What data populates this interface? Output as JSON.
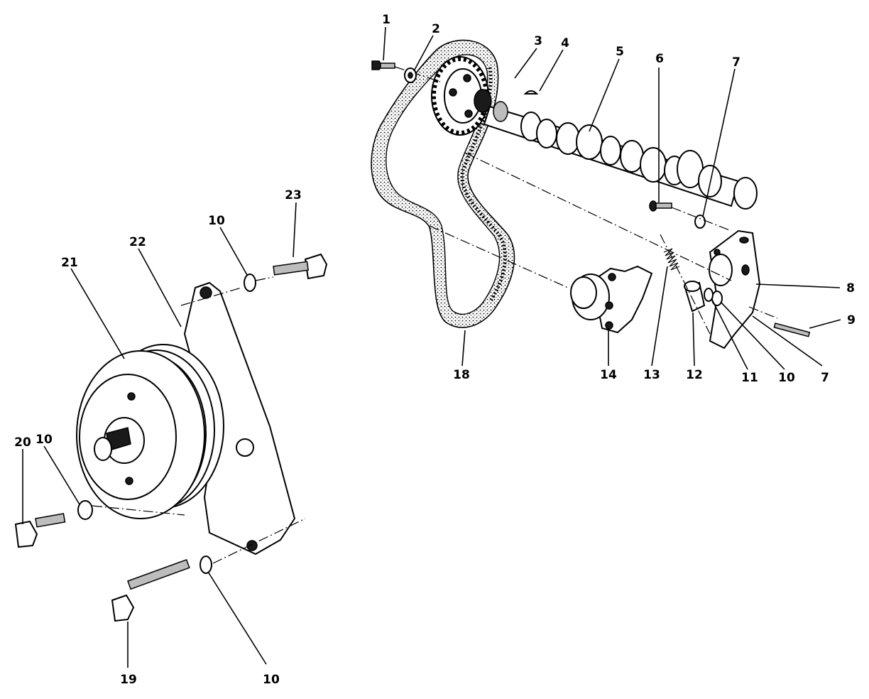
{
  "labels": {
    "l1": "1",
    "l2": "2",
    "l3": "3",
    "l4": "4",
    "l5": "5",
    "l6": "6",
    "l7a": "7",
    "l7b": "7",
    "l8": "8",
    "l9": "9",
    "l10a": "10",
    "l10b": "10",
    "l10c": "10",
    "l10d": "10",
    "l11": "11",
    "l12": "12",
    "l13": "13",
    "l14": "14",
    "l18": "18",
    "l19": "19",
    "l20": "20",
    "l21": "21",
    "l22": "22",
    "l23": "23"
  }
}
